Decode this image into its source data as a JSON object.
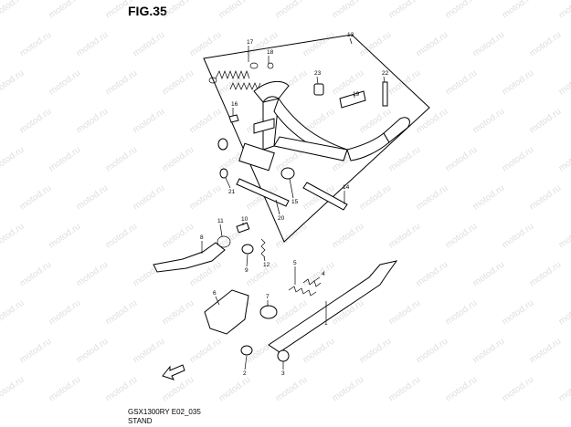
{
  "figure": {
    "title": "FIG.35",
    "model_code": "GSX1300RY E02_035",
    "caption": "STAND"
  },
  "watermark": {
    "text": "motod.ru"
  },
  "callouts": [
    "1",
    "2",
    "3",
    "4",
    "5",
    "6",
    "7",
    "8",
    "9",
    "10",
    "11",
    "12",
    "13",
    "14",
    "15",
    "16",
    "17",
    "18",
    "19",
    "20",
    "21",
    "22",
    "23"
  ],
  "icons": {
    "front_arrow": "front-arrow-icon"
  }
}
